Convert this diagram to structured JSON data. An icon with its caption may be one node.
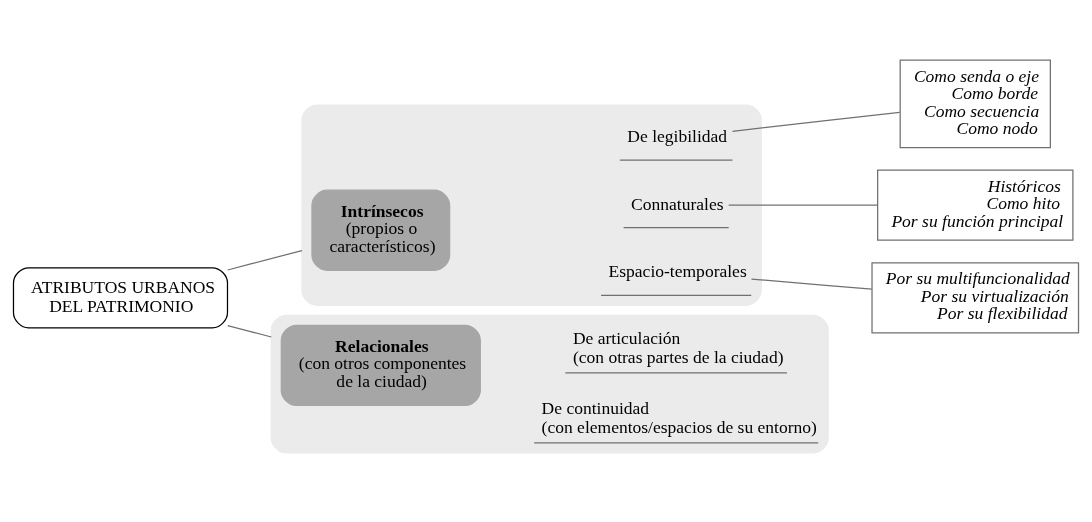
{
  "diagram": {
    "nodes": [
      {
        "text": [
          "ATRIBUTOS URBANOS DEL PATRIMONIO"
        ]
      },
      {
        "text": [],
        "shape": "box"
      },
      {
        "text": [
          "Intrínsecos",
          "(propios o característicos)"
        ],
        "in": 1
      },
      {
        "text": [
          "Connaturales"
        ],
        "in": 1
      },
      {
        "text": [
          "De legibilidad"
        ],
        "in": 1
      },
      {
        "text": [
          "Espacio-temporales"
        ],
        "in": 1
      },
      {
        "text": [
          "Históricos",
          "Como hito",
          "Por su función principal"
        ]
      },
      {
        "text": [
          "Como senda o eje",
          "Como borde",
          "Como secuencia",
          "Como nodo"
        ]
      },
      {
        "text": [
          "Por su multifuncionalidad",
          "Por su virtualización",
          "Por su flexibilidad"
        ]
      },
      {
        "text": [],
        "shape": "box"
      },
      {
        "text": [
          "Relacionales",
          "(con otros componentes de la ciudad)"
        ],
        "in": 9
      },
      {
        "text": [
          "De articulación",
          "(con otras partes de la ciudad)"
        ],
        "in": 9
      },
      {
        "text": [
          "De continuidad",
          "(con elementos/espacios de su entorno)"
        ],
        "in": 9
      }
    ],
    "edges": [
      {
        "from": 0,
        "to": 1,
        "arrow": "none"
      },
      {
        "from": 0,
        "to": 9,
        "arrow": "none"
      },
      {
        "from": 3,
        "to": 6,
        "arrow": "none"
      },
      {
        "from": 4,
        "to": 7,
        "arrow": "none"
      },
      {
        "from": 5,
        "to": 8,
        "arrow": "none"
      }
    ]
  }
}
